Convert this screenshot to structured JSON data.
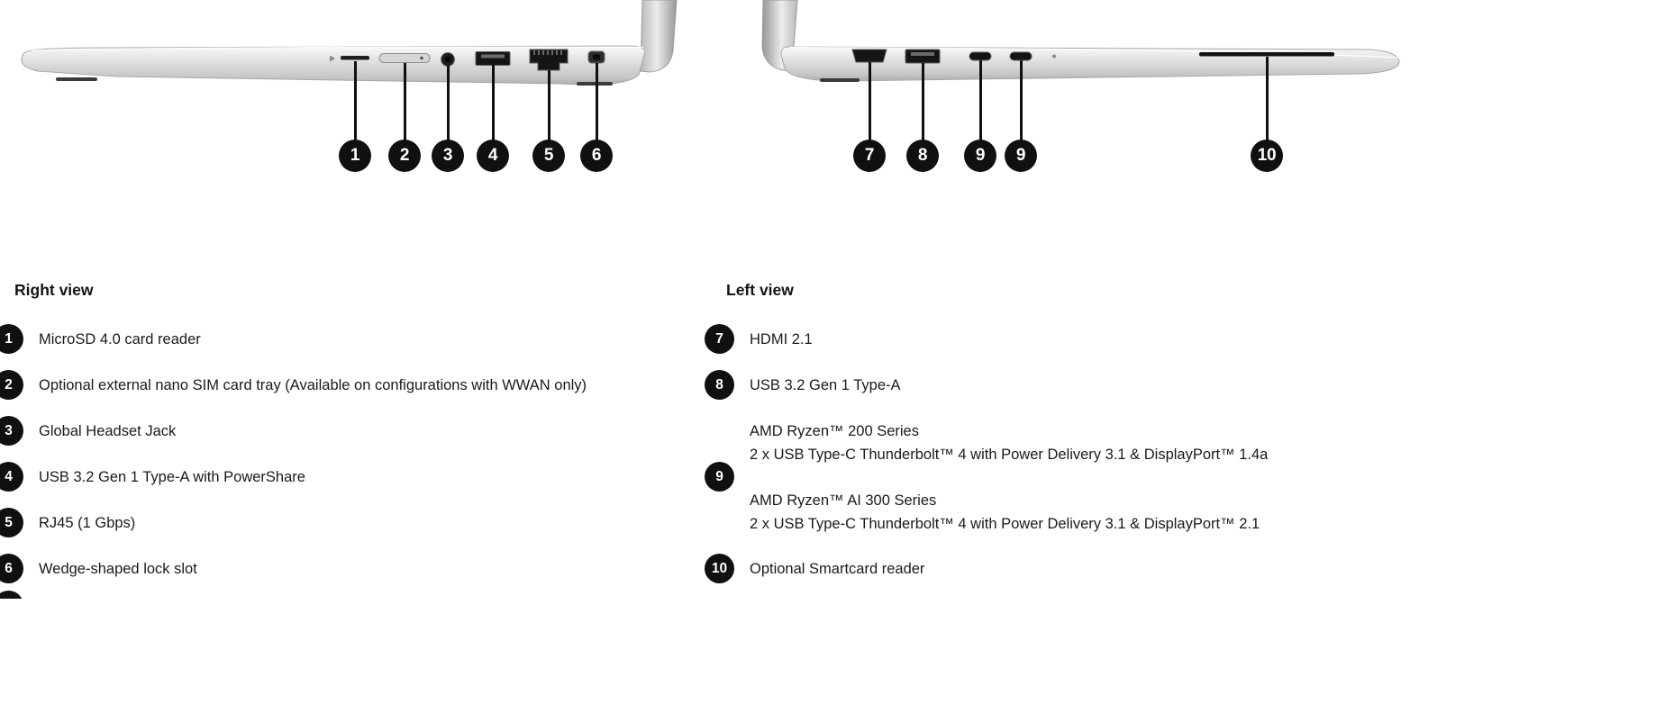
{
  "page": {
    "background": "#ffffff",
    "callout_color": "#101010",
    "text_color": "#1a1a1a"
  },
  "diagram": {
    "right_view": {
      "callouts": [
        "1",
        "2",
        "3",
        "4",
        "5",
        "6"
      ]
    },
    "left_view": {
      "callouts": [
        "7",
        "8",
        "9",
        "9",
        "10"
      ]
    }
  },
  "legend": {
    "right_view": {
      "title": "Right view",
      "items": [
        {
          "num": "1",
          "text": "MicroSD 4.0 card reader"
        },
        {
          "num": "2",
          "text": "Optional external nano SIM card tray (Available on configurations with WWAN only)"
        },
        {
          "num": "3",
          "text": "Global Headset Jack"
        },
        {
          "num": "4",
          "text": "USB 3.2 Gen 1 Type-A with PowerShare"
        },
        {
          "num": "5",
          "text": "RJ45 (1 Gbps)"
        },
        {
          "num": "6",
          "text": "Wedge-shaped lock slot"
        }
      ]
    },
    "left_view": {
      "title": "Left view",
      "items": [
        {
          "num": "7",
          "text": "HDMI 2.1"
        },
        {
          "num": "8",
          "text": "USB 3.2 Gen 1 Type-A"
        },
        {
          "num": "9",
          "groups": [
            {
              "line1": "AMD Ryzen™ 200 Series",
              "line2": "2 x USB Type-C Thunderbolt™ 4 with Power Delivery 3.1 & DisplayPort™ 1.4a"
            },
            {
              "line1": "AMD Ryzen™ AI 300 Series",
              "line2": "2 x USB Type-C Thunderbolt™ 4 with Power Delivery 3.1 & DisplayPort™ 2.1"
            }
          ]
        },
        {
          "num": "10",
          "text": "Optional Smartcard reader"
        }
      ]
    }
  }
}
